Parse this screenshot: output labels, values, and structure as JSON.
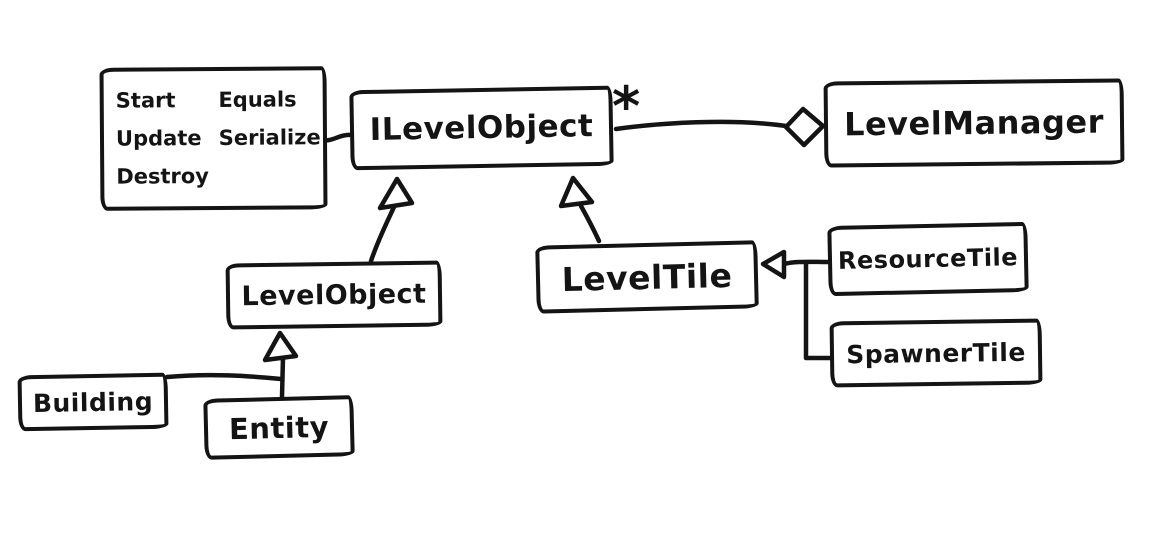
{
  "diagram": {
    "background": "#ffffff",
    "ink_color": "#141414",
    "nodes": {
      "interface_methods": {
        "col1": [
          "Start",
          "Update",
          "Destroy"
        ],
        "col2": [
          "Equals",
          "Serialize"
        ]
      },
      "ilevel_object": {
        "label": "ILevelObject"
      },
      "level_manager": {
        "label": "LevelManager"
      },
      "level_object": {
        "label": "LevelObject"
      },
      "level_tile": {
        "label": "LevelTile"
      },
      "resource_tile": {
        "label": "ResourceTile"
      },
      "spawner_tile": {
        "label": "SpawnerTile"
      },
      "building": {
        "label": "Building"
      },
      "entity": {
        "label": "Entity"
      }
    },
    "aggregation": {
      "multiplicity": "*",
      "part": "ILevelObject",
      "whole": "LevelManager"
    },
    "edges": [
      {
        "from": "interface_methods",
        "to": "ILevelObject",
        "type": "attachment"
      },
      {
        "from": "ILevelObject",
        "to": "LevelManager",
        "type": "aggregation",
        "multiplicity": "*"
      },
      {
        "from": "LevelObject",
        "to": "ILevelObject",
        "type": "inheritance"
      },
      {
        "from": "LevelTile",
        "to": "ILevelObject",
        "type": "inheritance"
      },
      {
        "from": "ResourceTile",
        "to": "LevelTile",
        "type": "inheritance"
      },
      {
        "from": "SpawnerTile",
        "to": "LevelTile",
        "type": "inheritance"
      },
      {
        "from": "Building",
        "to": "LevelObject",
        "type": "inheritance"
      },
      {
        "from": "Entity",
        "to": "LevelObject",
        "type": "inheritance"
      }
    ]
  }
}
